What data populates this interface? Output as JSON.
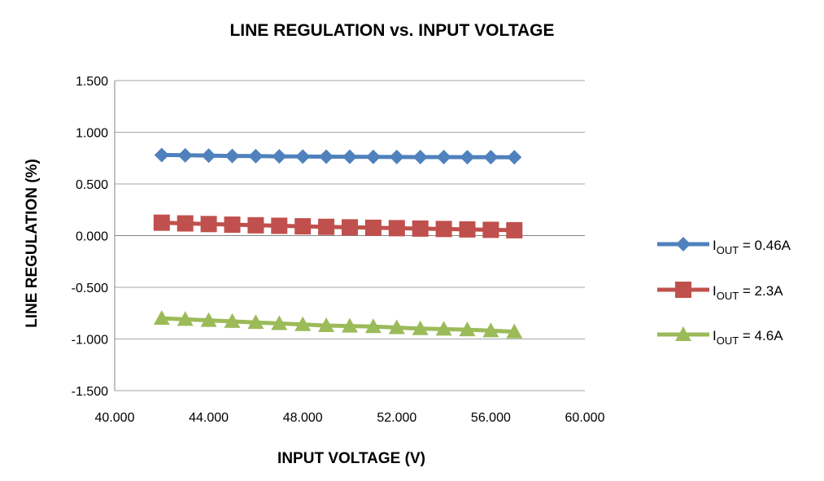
{
  "chart_data": {
    "type": "line",
    "title": "LINE REGULATION vs. INPUT VOLTAGE",
    "xlabel": "INPUT VOLTAGE (V)",
    "ylabel": "LINE REGULATION (%)",
    "xlim": [
      40,
      60
    ],
    "ylim": [
      -1.5,
      1.5
    ],
    "xticks": [
      40,
      44,
      48,
      52,
      56,
      60
    ],
    "yticks": [
      1.5,
      1.0,
      0.5,
      0.0,
      -0.5,
      -1.0,
      -1.5
    ],
    "xtick_labels": [
      "40.000",
      "44.000",
      "48.000",
      "52.000",
      "56.000",
      "60.000"
    ],
    "ytick_labels": [
      "1.500",
      "1.000",
      "0.500",
      "0.000",
      "-0.500",
      "-1.000",
      "-1.500"
    ],
    "grid": "horizontal",
    "legend_position": "right",
    "x": [
      42,
      43,
      44,
      45,
      46,
      47,
      48,
      49,
      50,
      51,
      52,
      53,
      54,
      55,
      56,
      57
    ],
    "series": [
      {
        "label_main": "I",
        "label_sub": "OUT",
        "label_rest": " = 0.46A",
        "color": "#4f81bd",
        "marker": "diamond",
        "values": [
          0.78,
          0.777,
          0.774,
          0.771,
          0.769,
          0.767,
          0.765,
          0.764,
          0.763,
          0.762,
          0.761,
          0.76,
          0.76,
          0.759,
          0.759,
          0.758
        ]
      },
      {
        "label_main": "I",
        "label_sub": "OUT",
        "label_rest": " = 2.3A",
        "color": "#c0504d",
        "marker": "square",
        "values": [
          0.125,
          0.118,
          0.112,
          0.106,
          0.1,
          0.095,
          0.09,
          0.085,
          0.08,
          0.076,
          0.072,
          0.068,
          0.064,
          0.06,
          0.056,
          0.052
        ]
      },
      {
        "label_main": "I",
        "label_sub": "OUT",
        "label_rest": " = 4.6A",
        "color": "#9bbb59",
        "marker": "triangle",
        "values": [
          -0.8,
          -0.81,
          -0.82,
          -0.83,
          -0.84,
          -0.85,
          -0.86,
          -0.87,
          -0.875,
          -0.88,
          -0.89,
          -0.9,
          -0.905,
          -0.91,
          -0.92,
          -0.93
        ]
      }
    ]
  }
}
